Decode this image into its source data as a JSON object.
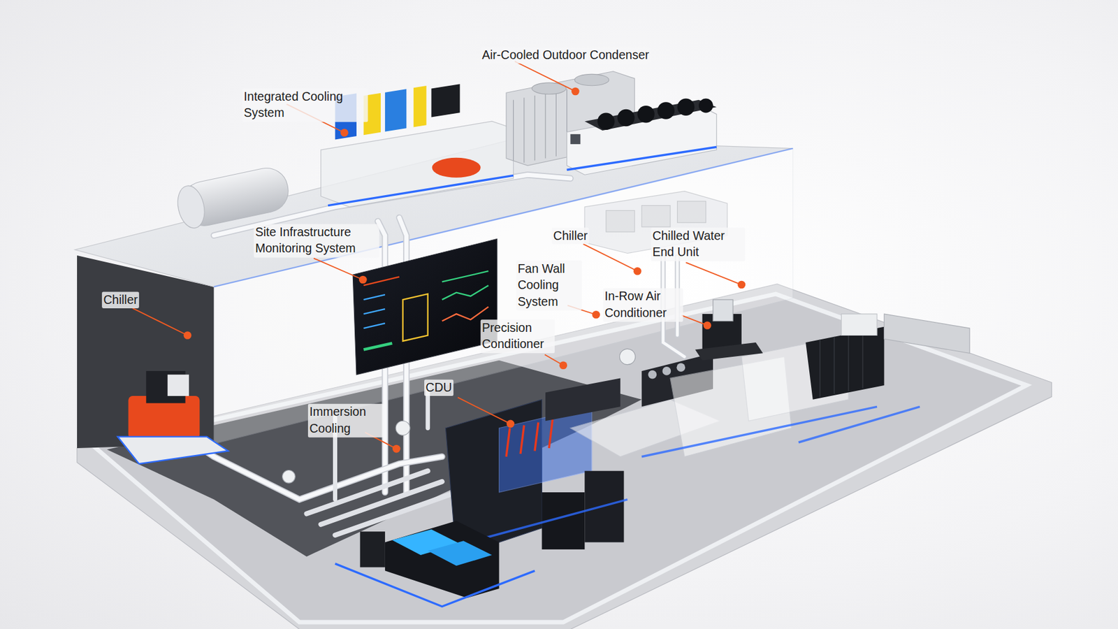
{
  "diagram": {
    "labels": [
      "Air-Cooled Outdoor Condenser",
      "Integrated Cooling System",
      "Site Infrastructure Monitoring System",
      "Chiller",
      "Chilled Water End Unit",
      "Fan Wall Cooling System",
      "Chiller",
      "In-Row Air Conditioner",
      "Precision Conditioner",
      "CDU",
      "Immersion Cooling"
    ]
  }
}
